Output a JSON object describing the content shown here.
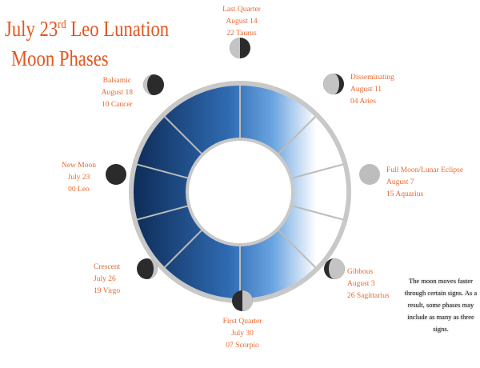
{
  "title": {
    "line1_prefix": "July 23",
    "line1_sup": "rd",
    "line1_suffix": " Leo Lunation",
    "line2": "Moon Phases"
  },
  "phases": [
    {
      "name": "Last Quarter",
      "date": "August 14",
      "sign": "22 Taurus"
    },
    {
      "name": "Balsamic",
      "date": "August 18",
      "sign": "10 Cancer"
    },
    {
      "name": "New Moon",
      "date": "July 23",
      "sign": "00 Leo"
    },
    {
      "name": "Crescent",
      "date": "July 26",
      "sign": "19 Virgo"
    },
    {
      "name": "First Quarter",
      "date": "July 30",
      "sign": "07 Scorpio"
    },
    {
      "name": "Gibbous",
      "date": "August 3",
      "sign": "26 Sagittarius"
    },
    {
      "name": "Full Moon/Lunar Eclipse",
      "date": "August 7",
      "sign": "15 Aquarius"
    },
    {
      "name": "Disseminating",
      "date": "August 11",
      "sign": "04 Aries"
    }
  ],
  "note": "The moon moves faster through certain signs. As a result, some phases may include as many as three signs.",
  "colors": {
    "label": "#e8682f",
    "title": "#e0561e",
    "wheel_dark": "#0d2a55",
    "wheel_mid": "#4a8fd6"
  }
}
